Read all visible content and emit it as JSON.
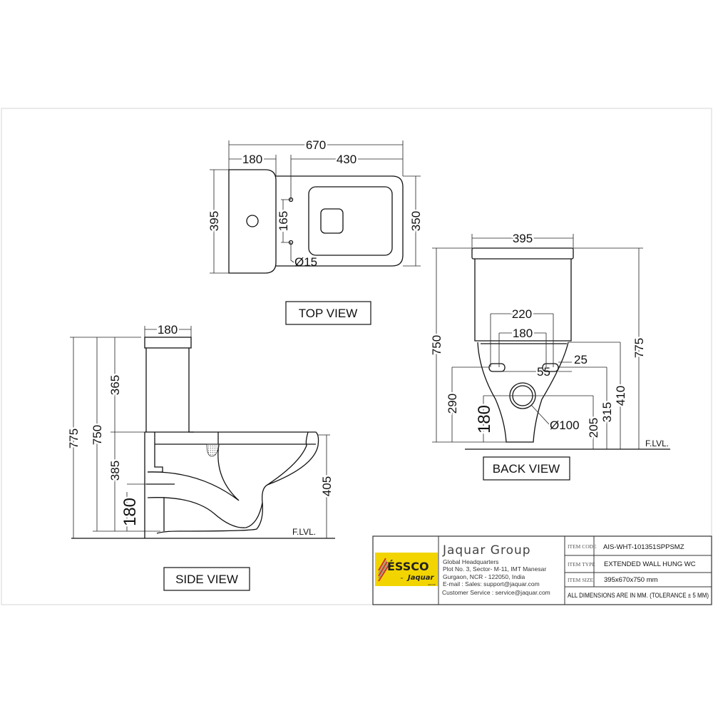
{
  "top_view": {
    "title": "TOP VIEW",
    "dims": {
      "overall_length": "670",
      "tank_depth": "180",
      "bowl_length": "430",
      "tank_width": "395",
      "bowl_width": "350",
      "fixing_spacing": "165",
      "fixing_hole": "Ø15"
    }
  },
  "side_view": {
    "title": "SIDE VIEW",
    "dims": {
      "tank_width": "180",
      "total_height": "775",
      "height_750": "750",
      "tank_height": "365",
      "bowl_height": "385",
      "outlet_height": "180",
      "rim_height": "405"
    },
    "floor_label": "F.LVL."
  },
  "back_view": {
    "title": "BACK VIEW",
    "dims": {
      "width": "395",
      "height_750": "750",
      "total_height": "775",
      "inlet_outer": "220",
      "inlet_inner": "180",
      "slot_width": "55",
      "slot_height": "25",
      "slot_level": "290",
      "outlet_level": "180",
      "outlet_dia": "Ø100",
      "d205": "205",
      "d315": "315",
      "d410": "410"
    },
    "floor_label": "F.LVL."
  },
  "title_block": {
    "logo_text": "ÉSSCO",
    "logo_sub": "Jaquar",
    "logo_by": "BY",
    "logo_group": "GROUP",
    "company": "Jaquar Group",
    "address_lines": [
      "Global Headquarters",
      "Plot No. 3, Sector- M-11, IMT Manesar",
      "Gurgaon, NCR - 122050, India",
      "E-mail : Sales: support@jaquar.com",
      "Customer Service : service@jaquar.com"
    ],
    "item_code_label": "ITEM CODE",
    "item_code": "AIS-WHT-101351SPPSMZ",
    "item_type_label": "ITEM TYPE",
    "item_type": "EXTENDED WALL HUNG WC",
    "item_size_label": "ITEM SIZE",
    "item_size": "395x670x750  mm",
    "note": "ALL DIMENSIONS ARE IN MM. (TOLERANCE ± 5 MM)",
    "logo_color": "#f2d500"
  }
}
